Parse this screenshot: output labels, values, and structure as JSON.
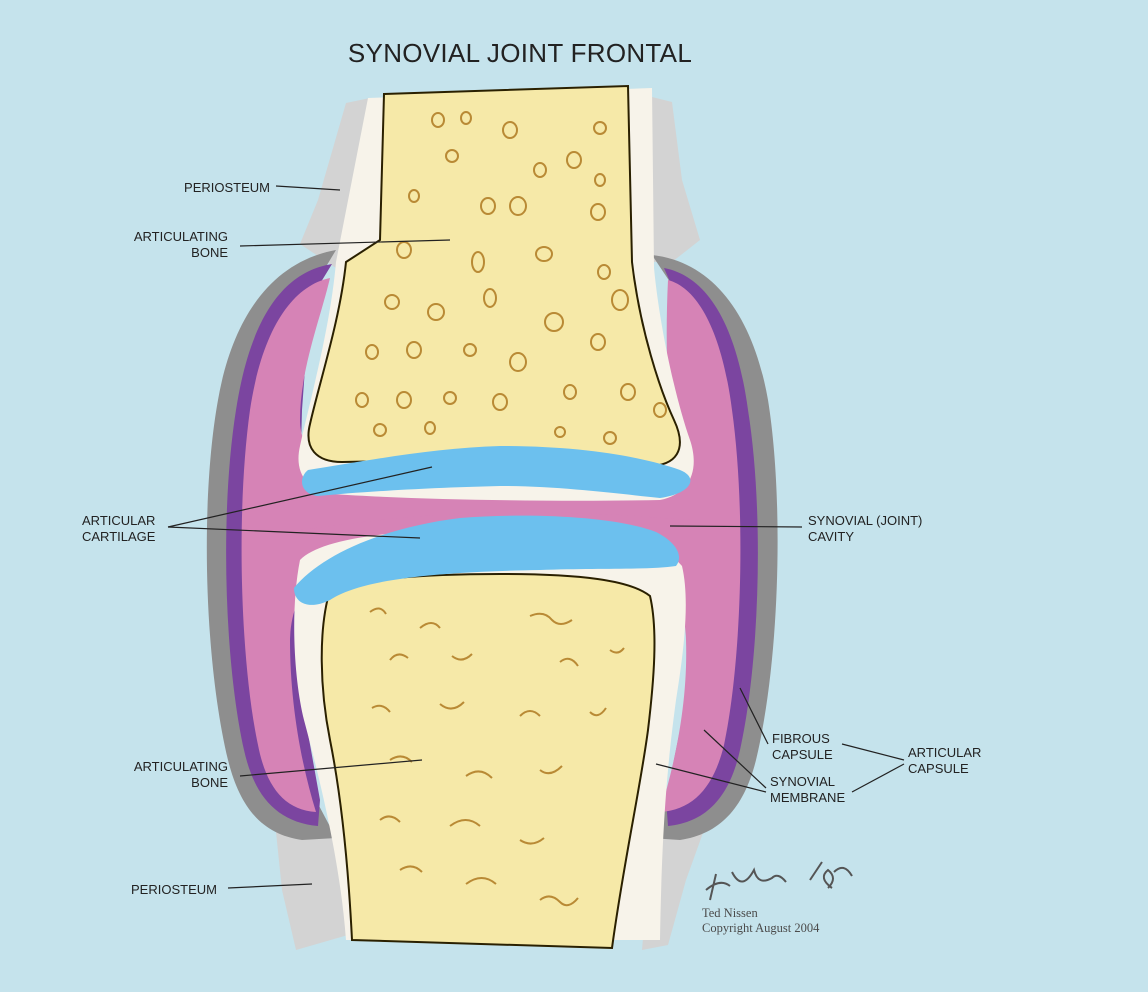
{
  "title": "SYNOVIAL JOINT FRONTAL",
  "labels": {
    "periosteum_top": "PERIOSTEUM",
    "articulating_bone_top": [
      "ARTICULATING",
      "BONE"
    ],
    "articular_cartilage": [
      "ARTICULAR",
      "CARTILAGE"
    ],
    "synovial_cavity": [
      "SYNOVIAL (JOINT)",
      "CAVITY"
    ],
    "fibrous_capsule": [
      "FIBROUS",
      "CAPSULE"
    ],
    "articular_capsule": [
      "ARTICULAR",
      "CAPSULE"
    ],
    "synovial_membrane": [
      "SYNOVIAL",
      "MEMBRANE"
    ],
    "articulating_bone_bottom": [
      "ARTICULATING",
      "BONE"
    ],
    "periosteum_bottom": "PERIOSTEUM"
  },
  "signature": {
    "author": "Ted Nissen",
    "copyright": "Copyright August 2004"
  },
  "colors": {
    "background": "#c5e3ec",
    "bone": "#f6e9a8",
    "cartilage": "#6cc0ee",
    "cavity": "#d683b6",
    "synovial_membrane": "#7b45a0",
    "fibrous_capsule": "#8e8e8e",
    "periosteum": "#d3d3d3"
  }
}
